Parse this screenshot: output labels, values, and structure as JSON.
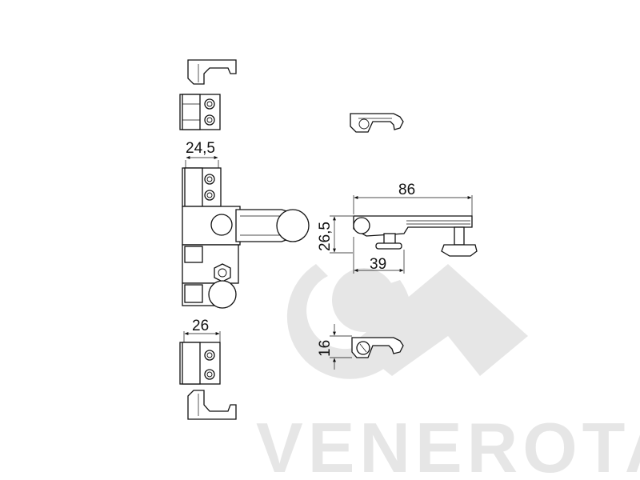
{
  "colors": {
    "line": "#111111",
    "watermark": "#e6e6e6",
    "background": "#ffffff"
  },
  "watermark": {
    "text": "VENEROTA",
    "logo": "venerota-logo"
  },
  "dimensions": {
    "width_middle": "24,5",
    "width_bottom": "26",
    "length": "86",
    "height": "26,5",
    "offset": "39",
    "thickness": "16"
  }
}
